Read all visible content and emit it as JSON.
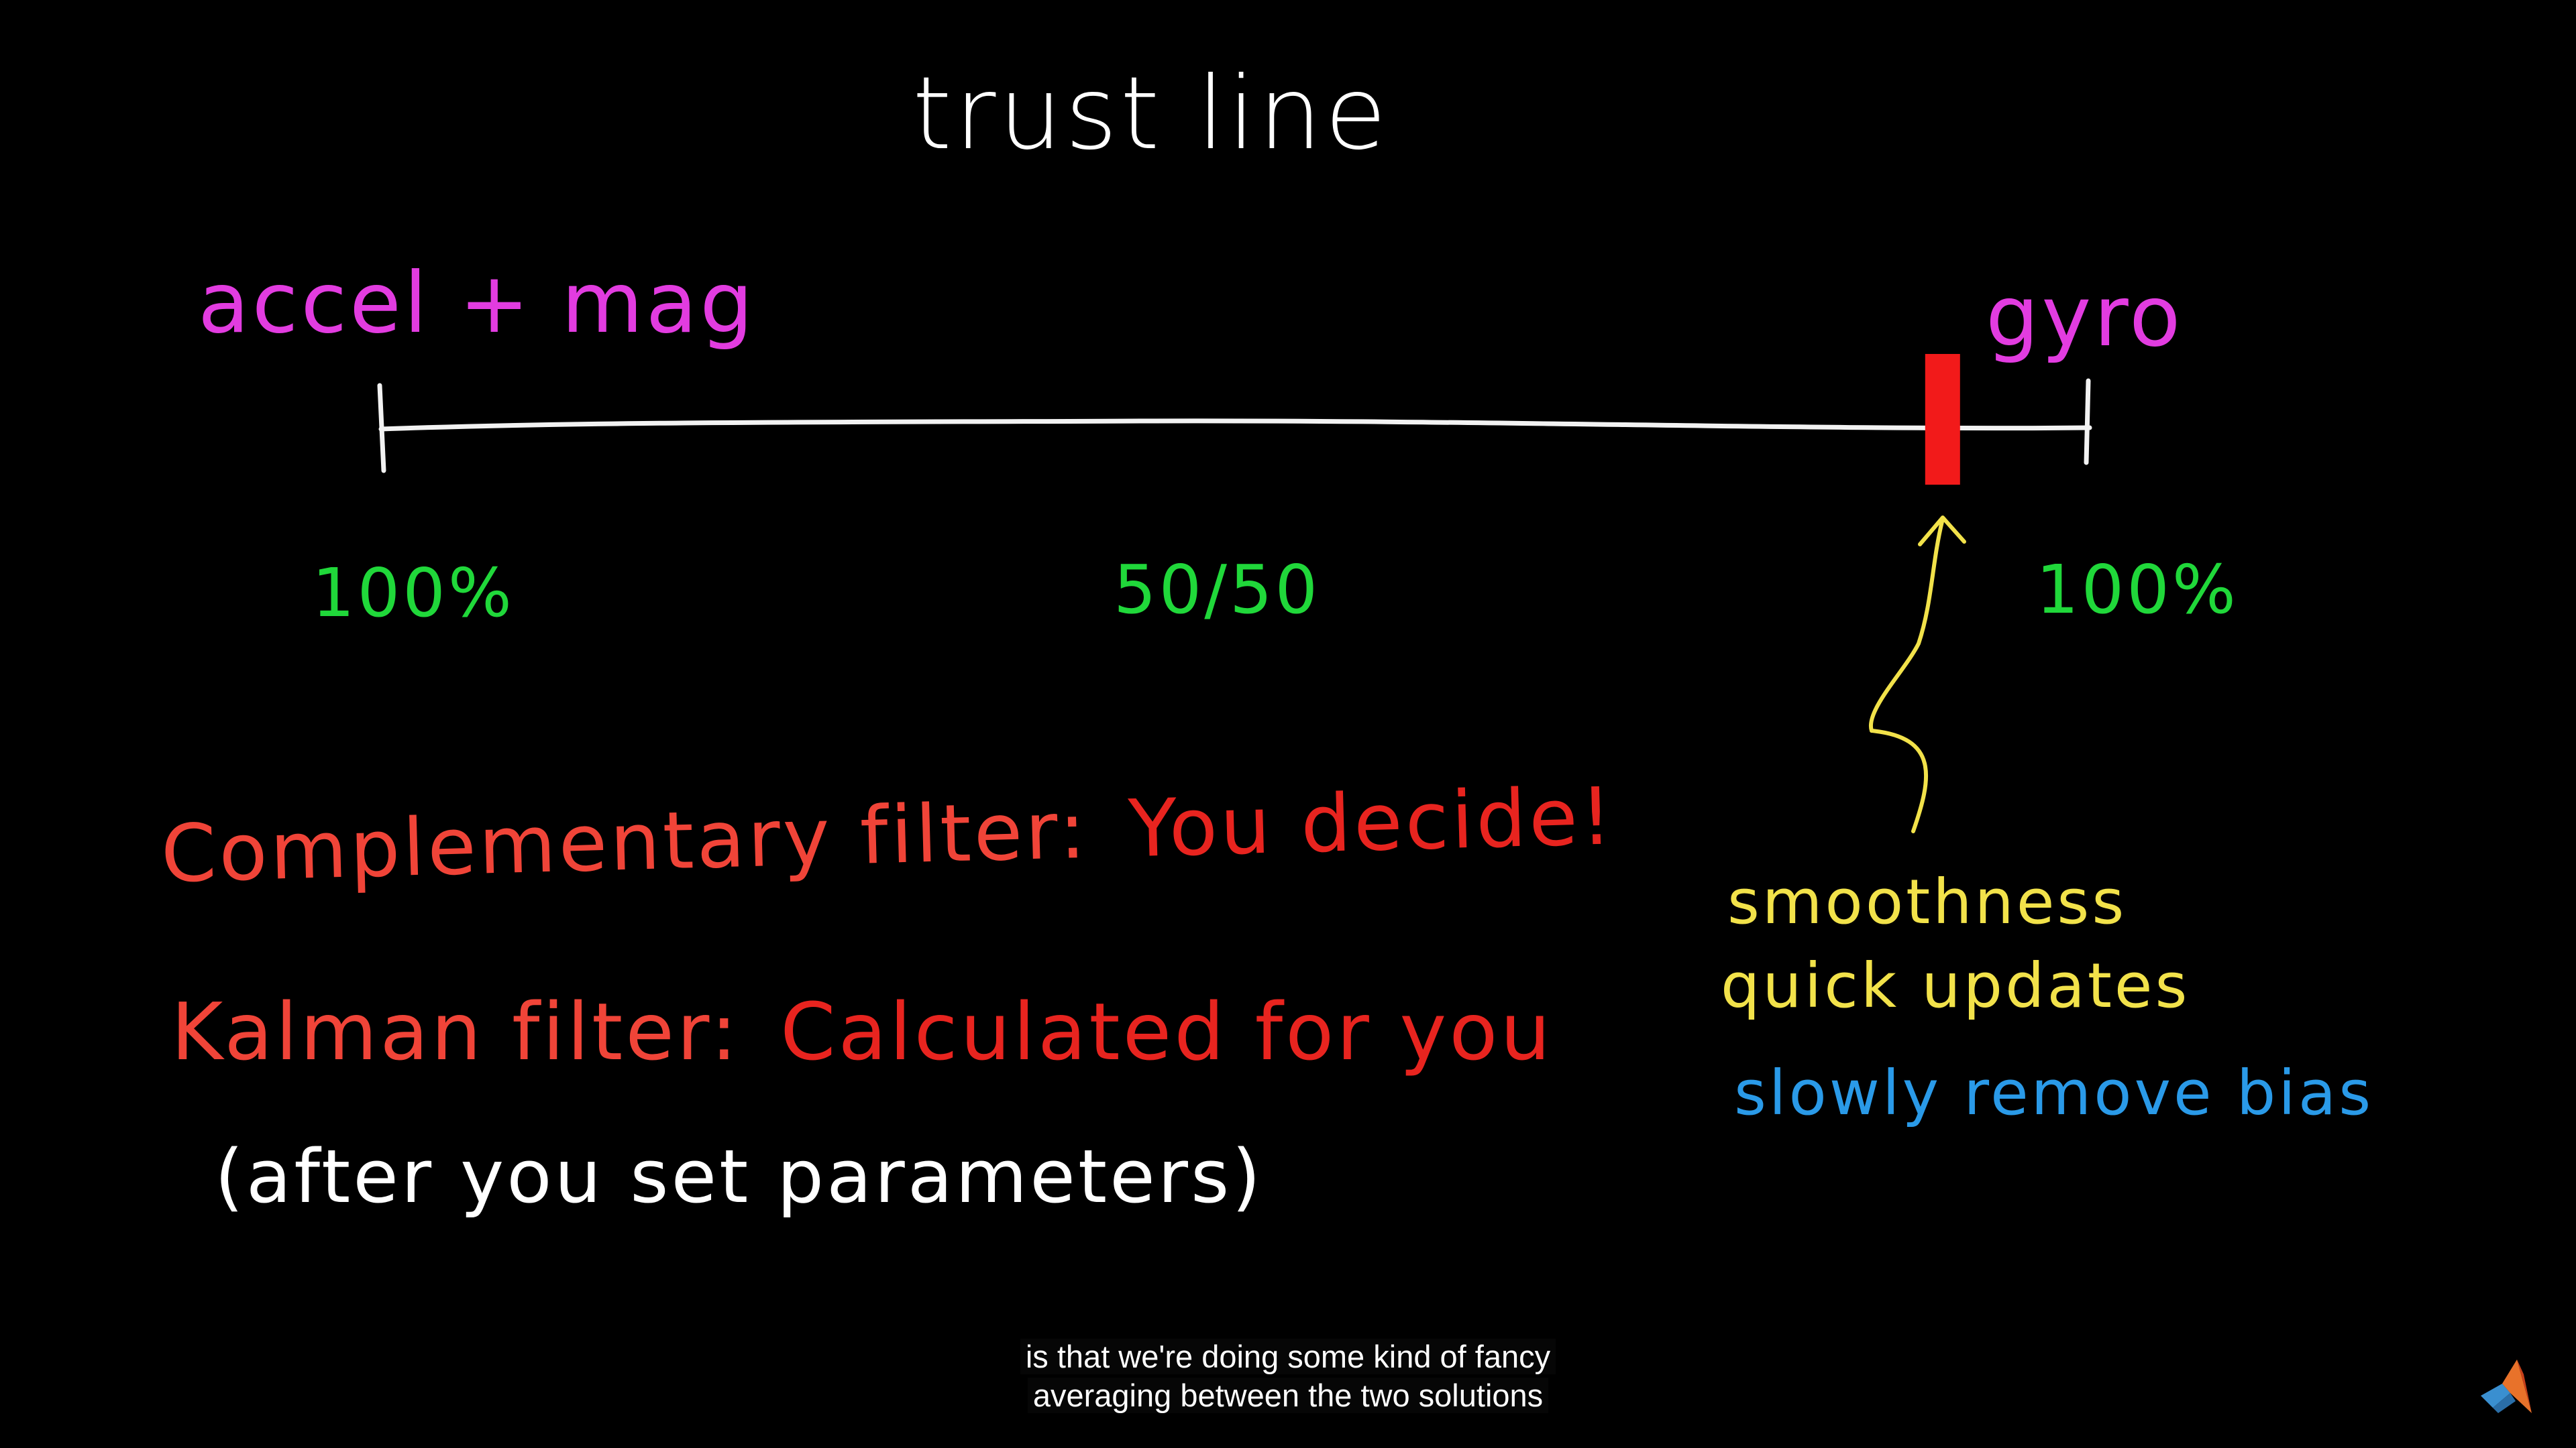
{
  "title": "trust line",
  "scale": {
    "left_label": "accel + mag",
    "right_label": "gyro",
    "tick_left": "100%",
    "tick_mid": "50/50",
    "tick_right": "100%",
    "marker_position": 0.915
  },
  "notes": {
    "line1": "smoothness",
    "line2": "quick updates",
    "line3": "slowly remove bias"
  },
  "rows": {
    "complementary_key": "Complementary filter:",
    "complementary_value": "You decide!",
    "kalman_key": "Kalman filter:",
    "kalman_value": "Calculated for you",
    "kalman_note": "(after you set parameters)"
  },
  "caption": {
    "line1": "is that we're doing some kind of fancy",
    "line2": "averaging between the two solutions"
  },
  "colors": {
    "magenta": "#e23ce0",
    "green": "#20d83a",
    "red": "#f04438",
    "yellow": "#f2e24a",
    "blue": "#2a9ae8",
    "white": "#ffffff",
    "marker": "#f21a1a"
  },
  "icons": {
    "logo": "matlab-logo-icon"
  }
}
